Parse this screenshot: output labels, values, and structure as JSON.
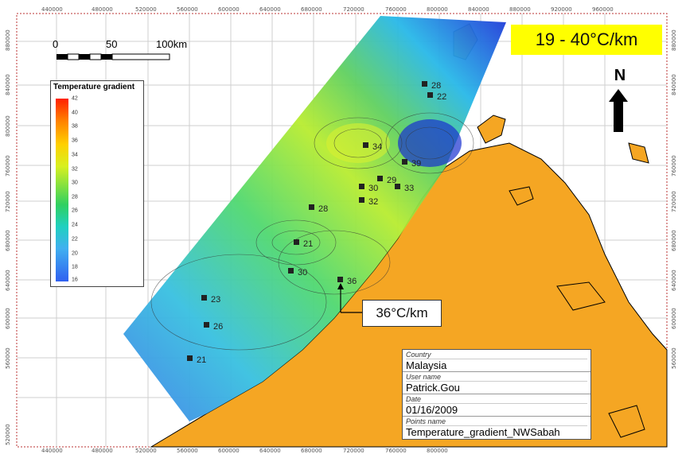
{
  "banner": {
    "text": "19 - 40°C/km"
  },
  "north_arrow": {
    "label": "N"
  },
  "scale_bar": {
    "labels": [
      "0",
      "50",
      "100km"
    ]
  },
  "legend": {
    "title": "Temperature gradient",
    "ticks": [
      "42",
      "40",
      "38",
      "36",
      "34",
      "32",
      "30",
      "28",
      "26",
      "24",
      "22",
      "20",
      "18",
      "16"
    ]
  },
  "callout": {
    "text": "36°C/km"
  },
  "info_box": {
    "country_label": "Country",
    "country": "Malaysia",
    "user_label": "User name",
    "user": "Patrick.Gou",
    "date_label": "Date",
    "date": "01/16/2009",
    "points_label": "Points name",
    "points": "Temperature_gradient_NWSabah"
  },
  "x_coords": [
    "440000",
    "480000",
    "520000",
    "560000",
    "600000",
    "640000",
    "680000",
    "720000",
    "760000",
    "800000",
    "840000",
    "880000",
    "920000",
    "960000"
  ],
  "y_coords": [
    "880000",
    "840000",
    "800000",
    "760000",
    "720000",
    "680000",
    "640000",
    "600000",
    "560000",
    "520000"
  ],
  "wells": [
    {
      "id": "w1",
      "label": "28"
    },
    {
      "id": "w2",
      "label": "22"
    },
    {
      "id": "w3",
      "label": "34"
    },
    {
      "id": "w4",
      "label": "39"
    },
    {
      "id": "w5",
      "label": "29"
    },
    {
      "id": "w6",
      "label": "30"
    },
    {
      "id": "w7",
      "label": "33"
    },
    {
      "id": "w8",
      "label": "32"
    },
    {
      "id": "w9",
      "label": "28"
    },
    {
      "id": "w10",
      "label": "21"
    },
    {
      "id": "w11",
      "label": "30"
    },
    {
      "id": "w12",
      "label": "36"
    },
    {
      "id": "w13",
      "label": "23"
    },
    {
      "id": "w14",
      "label": "26"
    },
    {
      "id": "w15",
      "label": "21"
    }
  ],
  "colors": {
    "land": "#f5a623",
    "banner": "#ffff00",
    "grid": "#cccccc"
  }
}
